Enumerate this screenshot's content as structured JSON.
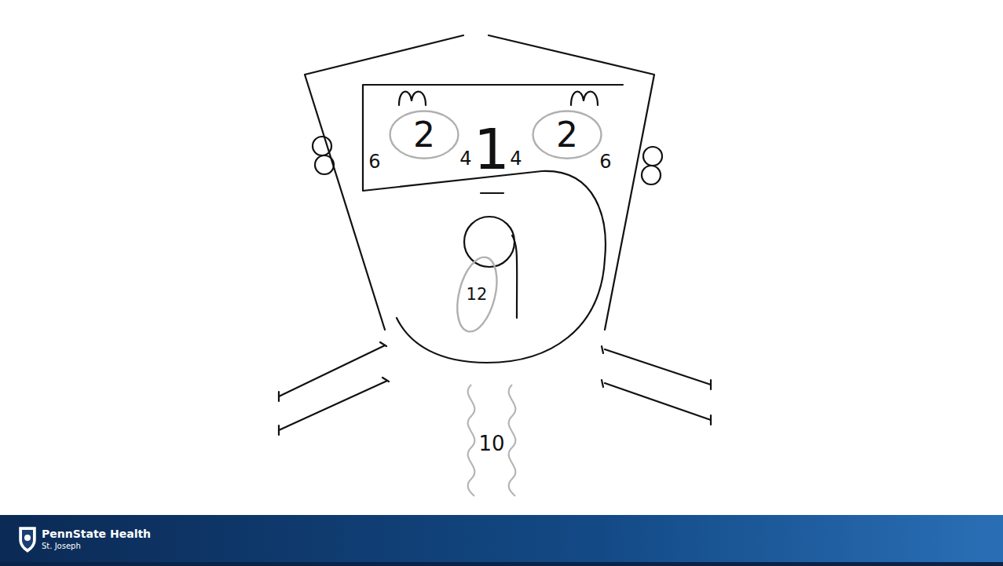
{
  "diagram": {
    "nodes": [
      {
        "text": [
          "2"
        ]
      },
      {
        "text": [
          "2"
        ]
      },
      {
        "text": [
          "12"
        ]
      }
    ],
    "labels": [
      "6",
      "4",
      "1",
      "4",
      "6",
      "10",
      "PennState Health",
      "St. Joseph"
    ]
  }
}
